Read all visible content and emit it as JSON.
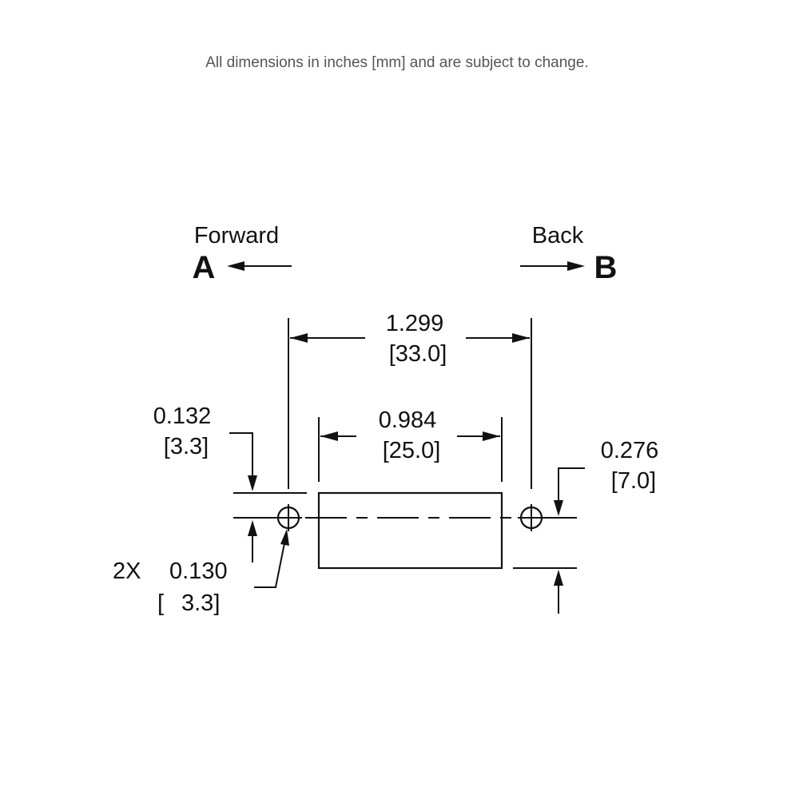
{
  "note": "All dimensions in inches [mm] and are subject to change.",
  "directions": {
    "forward_label": "Forward",
    "forward_letter": "A",
    "back_label": "Back",
    "back_letter": "B"
  },
  "dimensions": {
    "overall_length": {
      "inches": "1.299",
      "mm": "[33.0]"
    },
    "body_length": {
      "inches": "0.984",
      "mm": "[25.0]"
    },
    "flange_thickness": {
      "inches": "0.132",
      "mm": "[3.3]"
    },
    "body_height": {
      "inches": "0.276",
      "mm": "[7.0]"
    },
    "hole_diameter": {
      "count": "2X",
      "inches": "0.130",
      "mm_open": "[",
      "mm_value": "3.3]"
    }
  }
}
